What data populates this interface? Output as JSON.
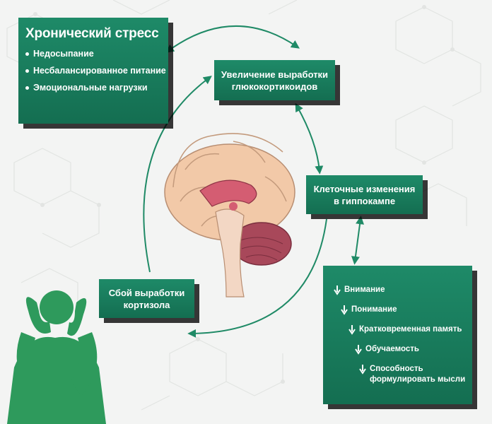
{
  "stress": {
    "title": "Хронический стресс",
    "items": [
      "Недосыпание",
      "Несбалансированное питание",
      "Эмоциональные нагрузки"
    ]
  },
  "gluco": {
    "line1": "Увеличение выработки",
    "line2": "глюкокортикоидов"
  },
  "hippo": {
    "line1": "Клеточные изменения",
    "line2": "в гиппокампе"
  },
  "cortisol": {
    "line1": "Сбой выработки",
    "line2": "кортизола"
  },
  "effects": {
    "items": [
      "Внимание",
      "Понимание",
      "Кратковременная память",
      "Обучаемость",
      "Способность"
    ],
    "last_line2": "формулировать мысли"
  },
  "colors": {
    "box_green": "#1a7d5e",
    "arrow_green": "#1f8a66",
    "silhouette_green": "#2e9a5c",
    "brain_pink": "#f2c9a8",
    "cerebellum": "#a8485a"
  },
  "icons": [
    "brain-illustration",
    "stressed-person-silhouette"
  ]
}
